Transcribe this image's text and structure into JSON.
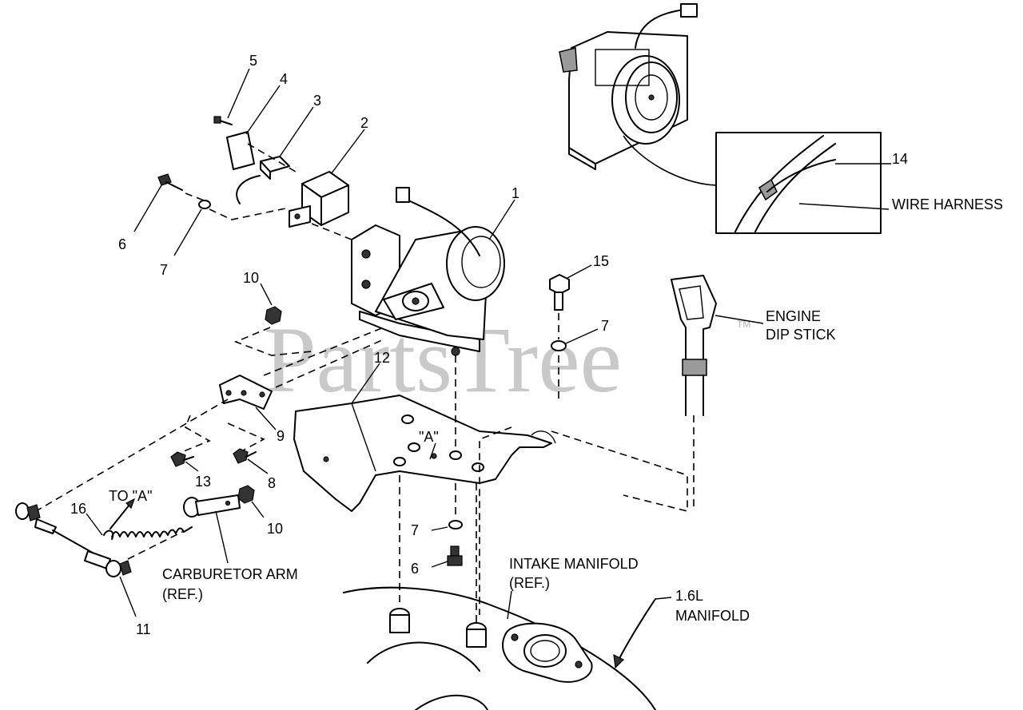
{
  "watermark": {
    "text": "PartsTree",
    "trademark": "TM"
  },
  "callouts": {
    "c1": "1",
    "c2": "2",
    "c3": "3",
    "c4": "4",
    "c5": "5",
    "c6a": "6",
    "c6b": "6",
    "c7a": "7",
    "c7b": "7",
    "c7c": "7",
    "c8": "8",
    "c9": "9",
    "c10a": "10",
    "c10b": "10",
    "c11": "11",
    "c12": "12",
    "c13": "13",
    "c14": "14",
    "c15": "15",
    "c16": "16"
  },
  "labels": {
    "wire_harness": "WIRE HARNESS",
    "engine_dip_stick_1": "ENGINE",
    "engine_dip_stick_2": "DIP STICK",
    "ref_a": "\"A\"",
    "to_a": "TO \"A\"",
    "carb_arm_1": "CARBURETOR ARM",
    "carb_arm_2": "(REF.)",
    "intake_1": "INTAKE MANIFOLD",
    "intake_2": "(REF.)",
    "manifold_1": "1.6L",
    "manifold_2": "MANIFOLD"
  }
}
